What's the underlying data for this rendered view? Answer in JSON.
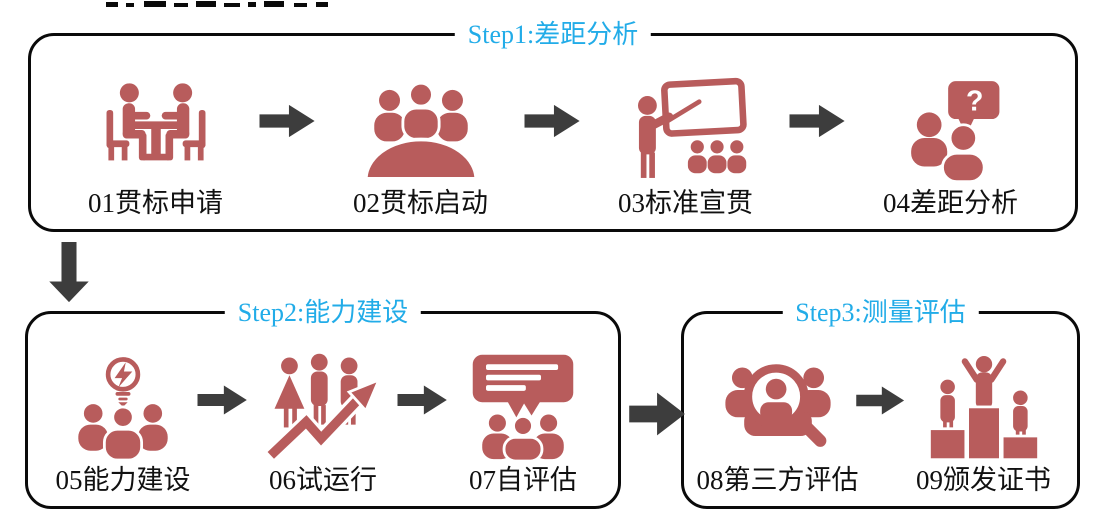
{
  "colors": {
    "icon": "#b85c5c",
    "arrow": "#3d3d3d",
    "title": "#22ace8",
    "line": "#0a0a0a",
    "label": "#111111",
    "bg": "#ffffff"
  },
  "steps": [
    {
      "title": "Step1:差距分析",
      "items": [
        {
          "label": "01贯标申请",
          "icon": "meeting-table-icon"
        },
        {
          "label": "02贯标启动",
          "icon": "conference-group-icon"
        },
        {
          "label": "03标准宣贯",
          "icon": "training-presentation-icon"
        },
        {
          "label": "04差距分析",
          "icon": "question-discussion-icon"
        }
      ]
    },
    {
      "title": "Step2:能力建设",
      "items": [
        {
          "label": "05能力建设",
          "icon": "team-idea-icon"
        },
        {
          "label": "06试运行",
          "icon": "growth-trend-icon"
        },
        {
          "label": "07自评估",
          "icon": "feedback-group-icon"
        }
      ]
    },
    {
      "title": "Step3:测量评估",
      "items": [
        {
          "label": "08第三方评估",
          "icon": "audit-magnifier-icon"
        },
        {
          "label": "09颁发证书",
          "icon": "podium-winner-icon"
        }
      ]
    }
  ]
}
